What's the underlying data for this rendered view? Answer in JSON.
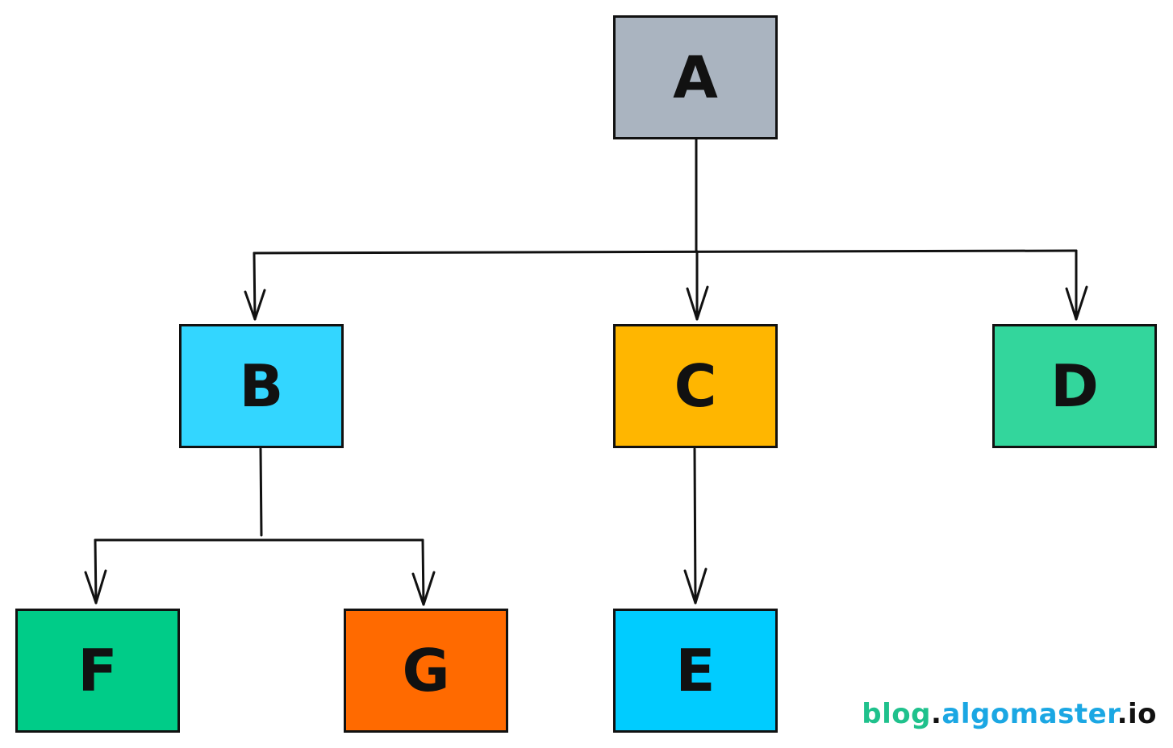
{
  "colors": {
    "stroke": "#111111",
    "background": "#ffffff",
    "watermark_blog": "#1fc18c",
    "watermark_domain": "#1ba7e3",
    "watermark_dark": "#111111"
  },
  "nodes": [
    {
      "id": "a",
      "label": "A",
      "color": "#aab4c0"
    },
    {
      "id": "b",
      "label": "B",
      "color": "#33d6ff"
    },
    {
      "id": "c",
      "label": "C",
      "color": "#ffb600"
    },
    {
      "id": "d",
      "label": "D",
      "color": "#33d69c"
    },
    {
      "id": "f",
      "label": "F",
      "color": "#00cc88"
    },
    {
      "id": "g",
      "label": "G",
      "color": "#ff6a00"
    },
    {
      "id": "e",
      "label": "E",
      "color": "#00ccff"
    }
  ],
  "edges": [
    {
      "from": "A",
      "to": "B"
    },
    {
      "from": "A",
      "to": "C"
    },
    {
      "from": "A",
      "to": "D"
    },
    {
      "from": "B",
      "to": "F"
    },
    {
      "from": "B",
      "to": "G"
    },
    {
      "from": "C",
      "to": "E"
    }
  ],
  "watermark": {
    "part1": "blog",
    "dot1": ".",
    "part2": "algomaster",
    "dot2": ".",
    "part3": "io"
  }
}
